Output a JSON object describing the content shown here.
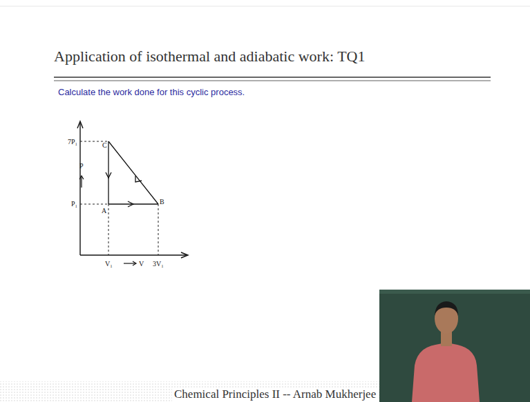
{
  "diagram": {
    "title": "Application of isothermal and adiabatic work: TQ1",
    "labels": [
      "Calculate the work done for this cyclic process.",
      "7P₁",
      "P",
      "P₁",
      "C",
      "A",
      "B",
      "V₁",
      "V",
      "3V₁",
      "Chemical Principles II -- Arnab Mukherjee"
    ]
  }
}
